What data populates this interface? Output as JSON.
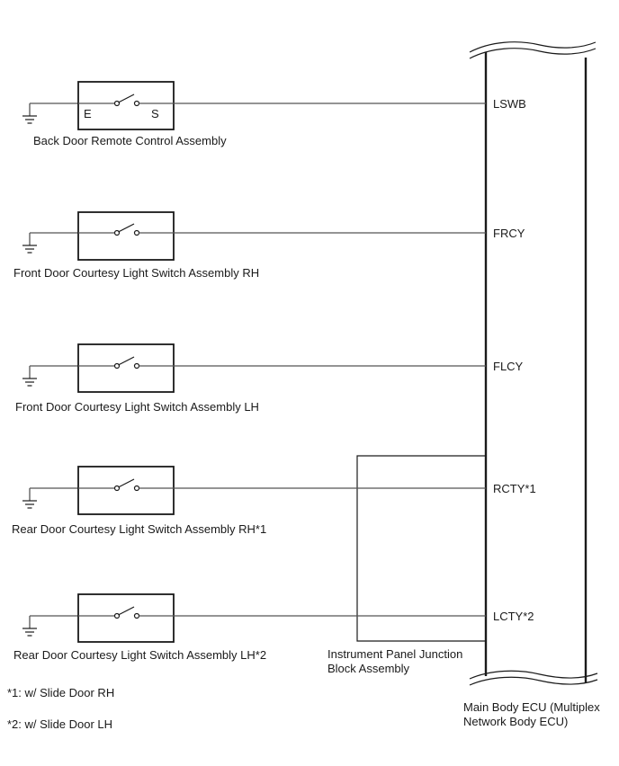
{
  "ecu": {
    "name_line1": "Main Body ECU (Multiplex",
    "name_line2": "Network Body ECU)"
  },
  "junction_block": {
    "name_line1": "Instrument Panel Junction",
    "name_line2": "Block Assembly"
  },
  "circuits": [
    {
      "component": "Back Door Remote Control Assembly",
      "terminal": "LSWB",
      "via_junction": false,
      "pin_left": "E",
      "pin_right": "S"
    },
    {
      "component": "Front Door Courtesy Light Switch Assembly RH",
      "terminal": "FRCY",
      "via_junction": false
    },
    {
      "component": "Front Door Courtesy Light Switch Assembly LH",
      "terminal": "FLCY",
      "via_junction": false
    },
    {
      "component": "Rear Door Courtesy Light Switch Assembly RH*1",
      "terminal": "RCTY*1",
      "via_junction": true
    },
    {
      "component": "Rear Door Courtesy Light Switch Assembly LH*2",
      "terminal": "LCTY*2",
      "via_junction": true
    }
  ],
  "notes": [
    "*1: w/ Slide Door RH",
    "*2: w/ Slide Door LH"
  ]
}
